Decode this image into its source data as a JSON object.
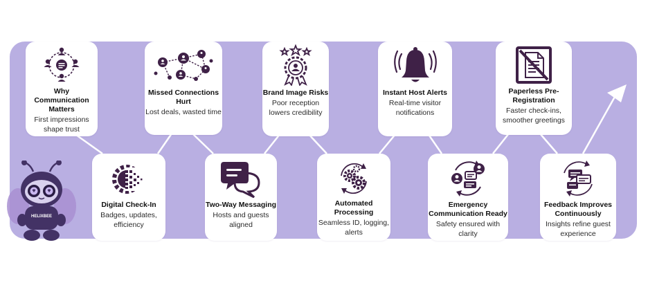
{
  "colors": {
    "band": "#b9afe2",
    "icon": "#3f2147",
    "connector": "#ffffff",
    "mascot_body": "#433265",
    "mascot_wing": "#a88fd1"
  },
  "mascot": {
    "shirt_text": "HELIXBEE"
  },
  "cards": [
    {
      "icon": "people-network-icon",
      "title": "Why Communication Matters",
      "desc": "First impressions shape trust"
    },
    {
      "icon": "gear-digital-icon",
      "title": "Digital Check-In",
      "desc": "Badges, updates, efficiency"
    },
    {
      "icon": "broken-network-icon",
      "title": "Missed Connections Hurt",
      "desc": "Lost deals, wasted time"
    },
    {
      "icon": "chat-bubbles-icon",
      "title": "Two-Way Messaging",
      "desc": "Hosts and guests aligned"
    },
    {
      "icon": "award-badge-icon",
      "title": "Brand Image Risks",
      "desc": "Poor reception lowers credibility"
    },
    {
      "icon": "automation-gears-icon",
      "title": "Automated Processing",
      "desc": "Seamless ID, logging, alerts"
    },
    {
      "icon": "bell-alert-icon",
      "title": "Instant Host Alerts",
      "desc": "Real-time visitor notifications"
    },
    {
      "icon": "emergency-communication-icon",
      "title": "Emergency Communication Ready",
      "desc": "Safety ensured with clarity"
    },
    {
      "icon": "paperless-document-icon",
      "title": "Paperless Pre-Registration",
      "desc": "Faster check-ins, smoother greetings"
    },
    {
      "icon": "feedback-chat-icon",
      "title": "Feedback Improves Continuously",
      "desc": "Insights refine guest experience"
    }
  ]
}
